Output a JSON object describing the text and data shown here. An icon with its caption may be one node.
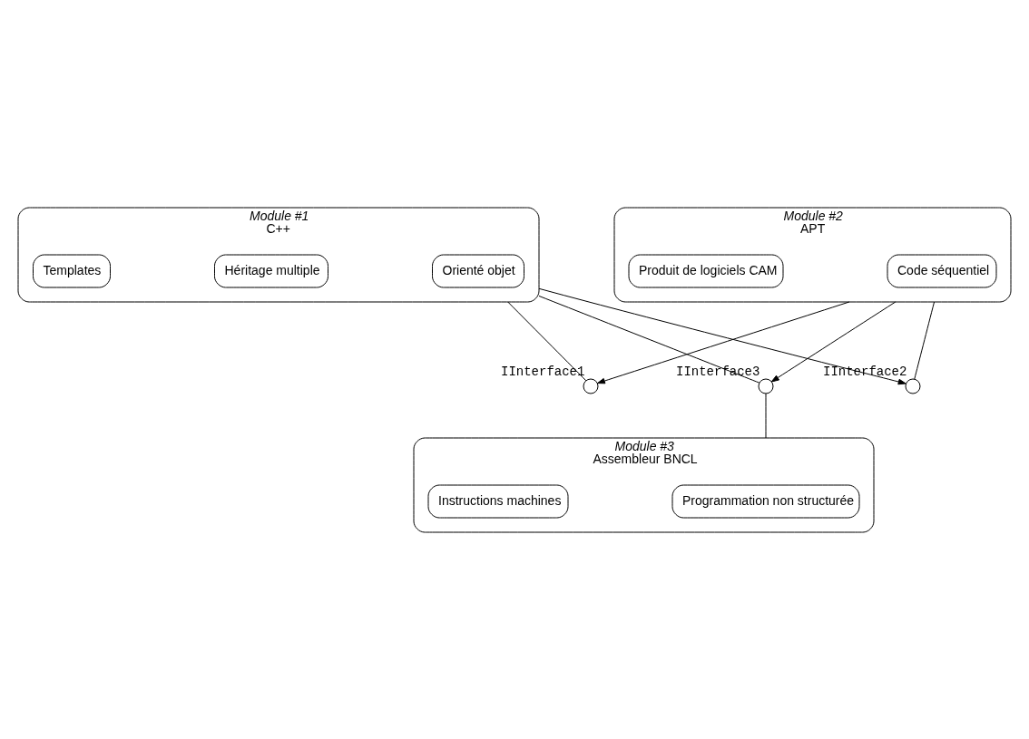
{
  "diagram": {
    "nodes": [
      {
        "text": [
          "Module #1",
          "C++"
        ]
      },
      {
        "text": [
          "Orienté objet"
        ],
        "in": 0
      },
      {
        "text": [
          "Héritage multiple"
        ],
        "in": 0
      },
      {
        "text": [
          "Templates"
        ],
        "in": 0
      },
      {
        "text": [
          "Module #2",
          "APT"
        ]
      },
      {
        "text": [
          "Code séquentiel"
        ],
        "in": 4
      },
      {
        "text": [
          "Produit de logiciels CAM"
        ],
        "in": 4
      },
      {
        "text": [
          "Module #3",
          "Assembleur BNCL"
        ]
      },
      {
        "text": [
          "Programmation non structurée"
        ],
        "in": 7
      },
      {
        "text": [
          "Instructions machines"
        ],
        "in": 7
      },
      {
        "text": [],
        "shape": "circle",
        "beside": [
          "IInterface2"
        ]
      },
      {
        "text": [],
        "shape": "circle",
        "beside": [
          "IInterface1"
        ]
      },
      {
        "text": [],
        "shape": "circle",
        "beside": [
          "IInterface3"
        ]
      }
    ],
    "edges": [
      {
        "from": 0,
        "to": 10,
        "arrow": "to"
      },
      {
        "from": 4,
        "to": 10,
        "arrow": "none"
      },
      {
        "from": 4,
        "to": 11,
        "arrow": "to"
      },
      {
        "from": 0,
        "to": 11,
        "arrow": "none"
      },
      {
        "from": 0,
        "to": 12,
        "arrow": "none"
      },
      {
        "from": 4,
        "to": 12,
        "arrow": "to"
      },
      {
        "from": 12,
        "to": 7,
        "arrow": "none"
      }
    ]
  }
}
